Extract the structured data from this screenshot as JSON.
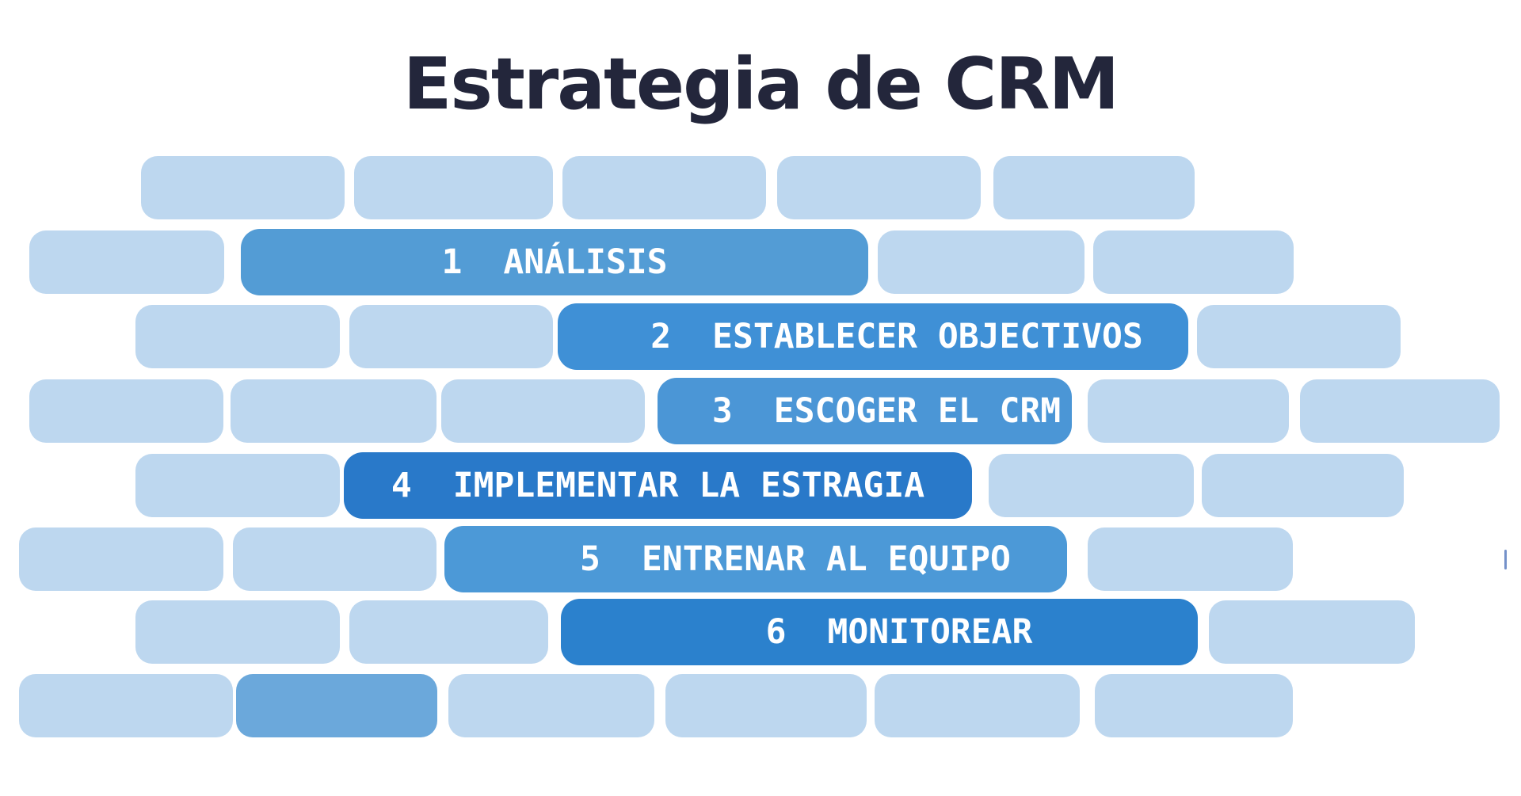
{
  "title": "Estrategia de CRM",
  "colors": {
    "background": "#FFFFFF",
    "light_brick": "#BDD7EF",
    "bottom_accent_brick": "#6BA8DB",
    "title_text": "#23263B",
    "step_text": "#FFFFFF"
  },
  "steps": [
    {
      "number": "1",
      "label": "ANÁLISIS",
      "color": "#539CD5"
    },
    {
      "number": "2",
      "label": "ESTABLECER OBJECTIVOS",
      "color": "#3F90D6"
    },
    {
      "number": "3",
      "label": "ESCOGER EL CRM",
      "color": "#4B96D6"
    },
    {
      "number": "4",
      "label": "IMPLEMENTAR LA ESTRAGIA",
      "color": "#2979C9"
    },
    {
      "number": "5",
      "label": "ENTRENAR AL EQUIPO",
      "color": "#4C99D7"
    },
    {
      "number": "6",
      "label": "MONITOREAR",
      "color": "#2B81CD"
    }
  ]
}
